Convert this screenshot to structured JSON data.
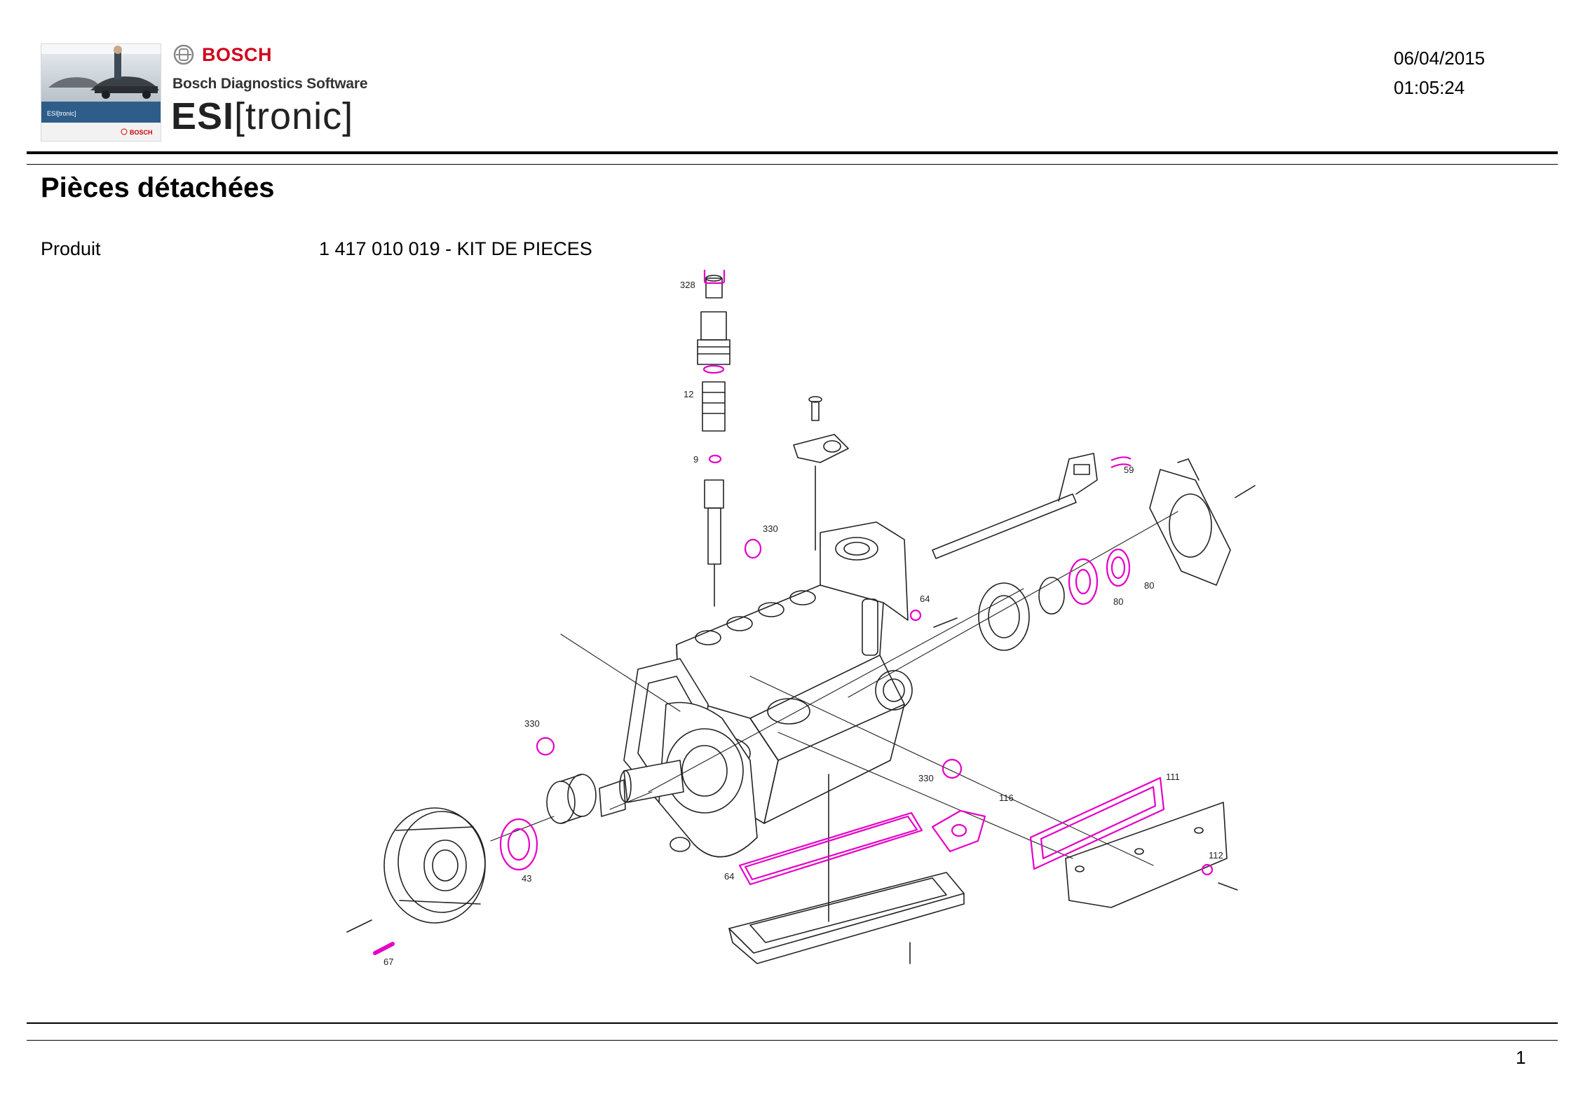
{
  "header": {
    "brand": "BOSCH",
    "software": "Bosch Diagnostics Software",
    "product_bold": "ESI",
    "product_rest": "[tronic]",
    "thumbnail_caption": "ESI[tronic]",
    "thumbnail_brand": "BOSCH",
    "date": "06/04/2015",
    "time": "01:05:24"
  },
  "page": {
    "title": "Pièces détachées",
    "product_label": "Produit",
    "product_value": "1 417 010 019 - KIT DE PIECES",
    "page_number": "1"
  },
  "colors": {
    "highlight": "#e600c8",
    "line": "#222222",
    "brand_red": "#d0021b"
  },
  "diagram": {
    "callouts": [
      {
        "id": "c-328",
        "label": "328"
      },
      {
        "id": "c-12",
        "label": "12"
      },
      {
        "id": "c-9",
        "label": "9"
      },
      {
        "id": "c-330a",
        "label": "330"
      },
      {
        "id": "c-330b",
        "label": "330"
      },
      {
        "id": "c-330c",
        "label": "330"
      },
      {
        "id": "c-64a",
        "label": "64"
      },
      {
        "id": "c-64b",
        "label": "64"
      },
      {
        "id": "c-59",
        "label": "59"
      },
      {
        "id": "c-80a",
        "label": "80"
      },
      {
        "id": "c-80b",
        "label": "80"
      },
      {
        "id": "c-111",
        "label": "111"
      },
      {
        "id": "c-116",
        "label": "116"
      },
      {
        "id": "c-112",
        "label": "112"
      },
      {
        "id": "c-43",
        "label": "43"
      },
      {
        "id": "c-67",
        "label": "67"
      }
    ]
  }
}
